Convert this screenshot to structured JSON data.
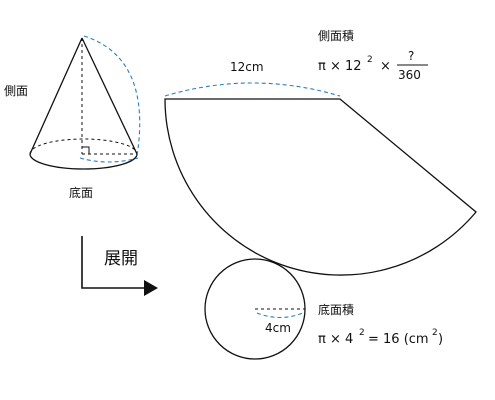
{
  "cone": {
    "side_label": "側面",
    "base_label": "底面"
  },
  "development": {
    "label": "展開"
  },
  "sector": {
    "radius_label": "12cm",
    "area_title": "側面積",
    "formula_left": "π × 12",
    "formula_exp": "2",
    "formula_times": "×",
    "fraction_num": "?",
    "fraction_den": "360"
  },
  "circle": {
    "radius_label": "4cm",
    "area_title": "底面積",
    "formula_left": "π × 4",
    "formula_exp": "2",
    "formula_mid": "= 16 (cm",
    "formula_unit_exp": "2",
    "formula_end": ")"
  },
  "colors": {
    "line": "#111111",
    "dashed_accent": "#2a7fc1"
  }
}
